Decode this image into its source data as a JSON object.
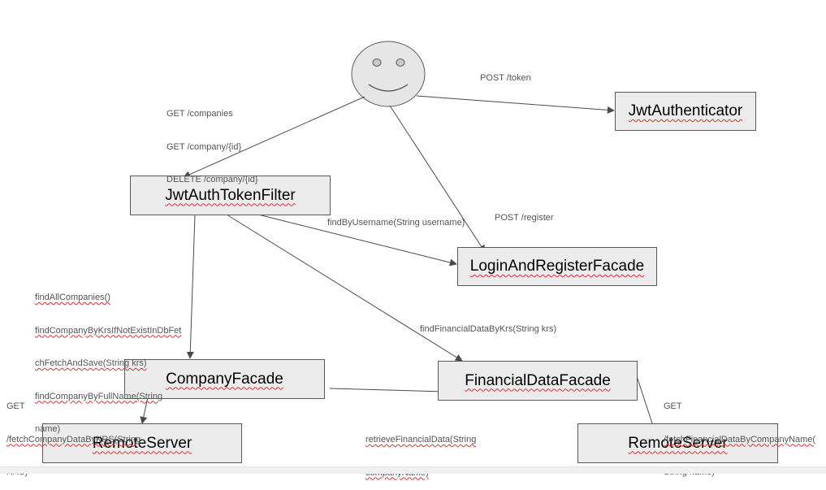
{
  "nodes": {
    "jwt_authenticator": "JwtAuthenticator",
    "jwt_auth_token_filter": "JwtAuthTokenFilter",
    "login_and_register_facade": "LoginAndRegisterFacade",
    "company_facade": "CompanyFacade",
    "financial_data_facade": "FinancialDataFacade",
    "remote_server_left": "RemoteServer",
    "remote_server_right": "RemoteServer"
  },
  "edge_labels": {
    "user_to_filter": [
      "GET /companies",
      "GET /company/{id}",
      "DELETE /company/{id}"
    ],
    "user_to_authenticator": "POST /token",
    "user_to_login": "POST /register",
    "filter_to_login": "findByUsername(String username)",
    "filter_to_company": [
      "findAllCompanies()",
      "findCompanyByKrsIfNotExistInDbFet",
      "chFetchAndSave(String krs)",
      "findCompanyByFullName(String",
      "name)"
    ],
    "filter_to_financial": "findFinancialDataByKrs(String krs)",
    "company_to_remote": [
      "GET",
      "/fetchCompanyDataByKRS(String",
      "KRS)"
    ],
    "company_to_financial": [
      "retrieveFinancialData(String",
      "companyName)"
    ],
    "financial_to_remote": [
      "GET",
      "/fetchFinancialDataByCompanyName(",
      "String name)"
    ]
  },
  "colors": {
    "node_fill": "#ececec",
    "node_border": "#595959",
    "edge": "#4a4a4a",
    "label": "#555555",
    "spellcheck": "#e03030"
  },
  "icons": {
    "user": "smiley-face-icon"
  }
}
